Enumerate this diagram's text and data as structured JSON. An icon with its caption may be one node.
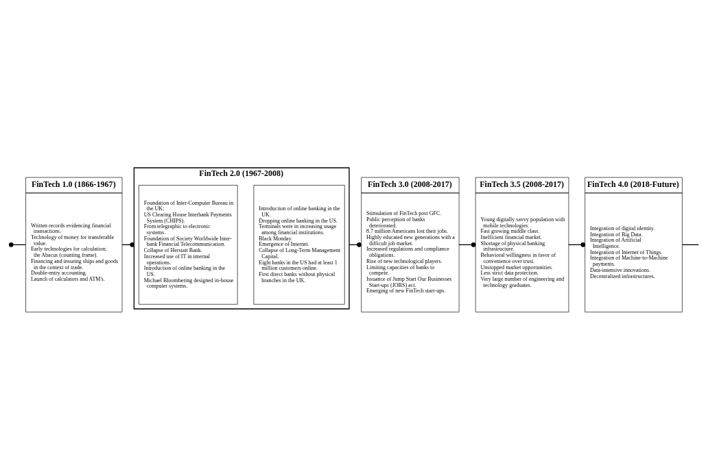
{
  "diagram": {
    "nodes": [
      {
        "text": [
          "FinTech 1.0 (1866-1967)",
          "Written records evidencing financial transactions.",
          "Technology of money for transferable value.",
          "Early technologies for calculation; the Abacus (counting frame).",
          "Financing and insuring ships and goods in the context of trade.",
          "Double-entry accounting.",
          "Launch of calculators and ATM's."
        ]
      },
      {
        "text": [
          "FinTech 2.0 (1967-2008)"
        ]
      },
      {
        "text": [
          "Foundation of Inter-Computer Bureau in the UK;",
          "US Clearing House Interbank Payments System (CHIPS).",
          "From telegraphic to electronic systems.",
          "Foundation of Society Worldwide Inter-bank Financial Telecommunication.",
          "Collapse of Herstatt Bank.",
          "Increased use of IT in internal operations.",
          "Introduction of online banking in the US.",
          "Michael Bloombering designed in-house computer systems."
        ],
        "in": 1
      },
      {
        "text": [
          "Introduction of online banking in the UK.",
          "Dropping online banking in the US.",
          "Terminals were in increasing usage among financial institutions.",
          "Black Monday.",
          "Emergence of Internet.",
          "Collapse of Long-Term Management Capital.",
          "Eight banks in the US had at least 1 million customers online.",
          "First direct banks without physical branches in the UK."
        ],
        "in": 1
      },
      {
        "text": [
          "FinTech 3.0 (2008-2017)",
          "Stimulation of FinTech post GFC.",
          "Public perception of banks deteriorated.",
          "8.7 million Americans lost their jobs.",
          "Highly educated new generations with a difficult job market.",
          "Increased regulations and compliance obligations.",
          "Rise of new technological players.",
          "Limiting capacities of banks to compete.",
          "Issuance of Jump Start Our Businesses Start-ups (JOBS) act.",
          "Emerging of new FinTech start-ups."
        ]
      },
      {
        "text": [
          "FinTech 3.5 (2008-2017)",
          "Young digitally savvy population with mobile technologies.",
          "Fast growing middle class.",
          "Inefficient financial market.",
          "Shortage of physical banking infrastructure.",
          "Behavioral willingness in favor of convenience over trust.",
          "Unstopped market opportunities.",
          "Less strict data protection.",
          "Very large number of engineering and technology graduates."
        ]
      },
      {
        "text": [
          "FinTech 4.0 (2018-Future)",
          "Integration of digital identity.",
          "Integration of Big Data.",
          "Integration of Artificial Intelligence.",
          "Integration of Internet of Things.",
          "Integration of Machine-to-Machine payments.",
          "Data-intensive innovations.",
          "Decentralized infrastructures."
        ]
      }
    ],
    "edges": [
      {
        "from": null,
        "to": 0,
        "arrow": "other"
      },
      {
        "from": 0,
        "to": 1,
        "arrow": "other"
      },
      {
        "from": 1,
        "to": 4,
        "arrow": "other"
      },
      {
        "from": 4,
        "to": 5,
        "arrow": "other"
      },
      {
        "from": 5,
        "to": 6,
        "arrow": "other"
      },
      {
        "from": 6,
        "to": null,
        "arrow": "none"
      }
    ]
  }
}
